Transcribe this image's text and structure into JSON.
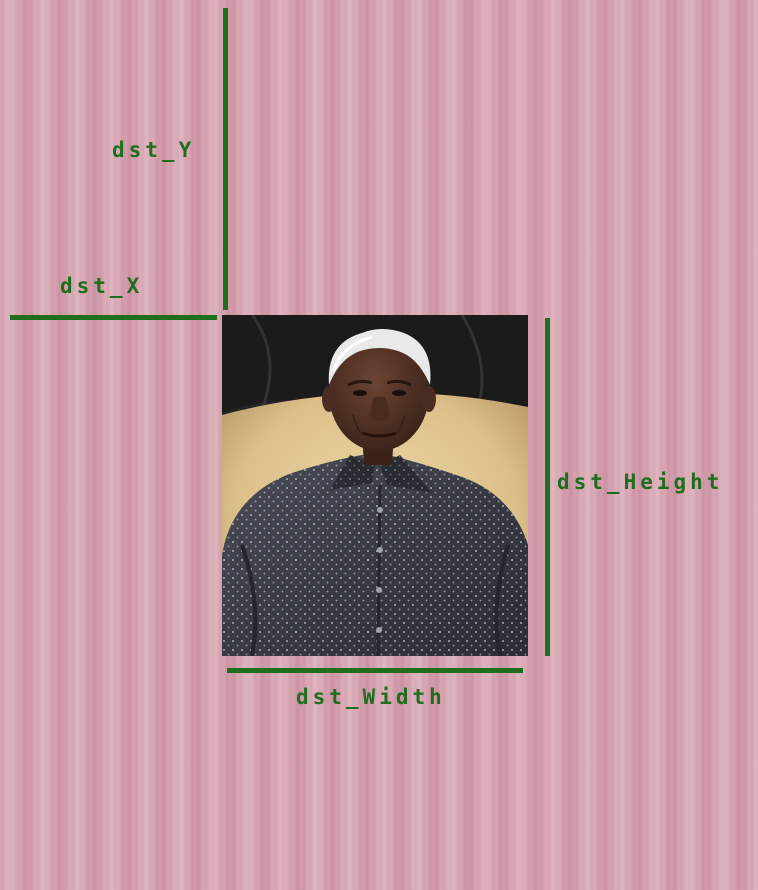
{
  "labels": {
    "dst_y": "dst_Y",
    "dst_x": "dst_X",
    "dst_height": "dst_Height",
    "dst_width": "dst_Width"
  },
  "colors": {
    "background": "#d7a3b0",
    "guide_line": "#1e6e1e",
    "label_text": "#1e6e1e"
  },
  "image": {
    "subject": "portrait-photo"
  }
}
